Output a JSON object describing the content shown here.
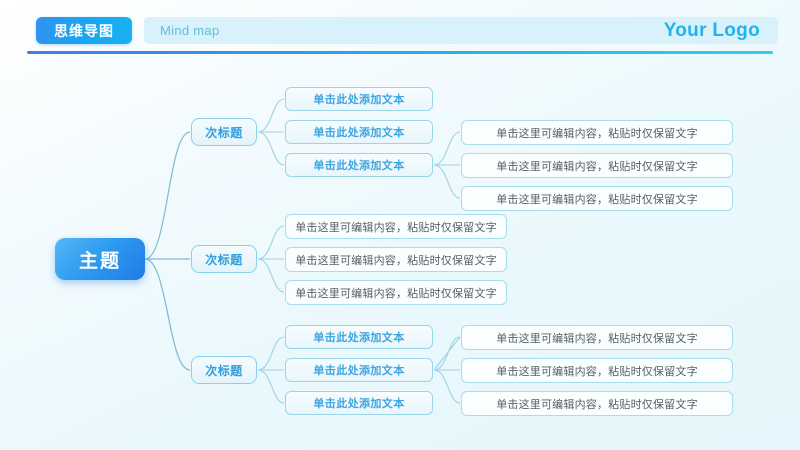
{
  "header": {
    "badge_label": "思维导图",
    "subtitle": "Mind map",
    "logo": "Your Logo",
    "accent_color": "#22b3ee",
    "badge_color": "#1aa6f0",
    "rule_from": "#3d7fe0",
    "rule_to": "#2fd0f5"
  },
  "mindmap": {
    "root": {
      "label": "主题"
    },
    "branches": [
      {
        "label": "次标题",
        "children": [
          {
            "label": "单击此处添加文本",
            "children": []
          },
          {
            "label": "单击此处添加文本",
            "children": []
          },
          {
            "label": "单击此处添加文本",
            "children": [
              {
                "label": "单击这里可编辑内容，粘贴时仅保留文字"
              },
              {
                "label": "单击这里可编辑内容，粘贴时仅保留文字"
              },
              {
                "label": "单击这里可编辑内容，粘贴时仅保留文字"
              }
            ]
          }
        ]
      },
      {
        "label": "次标题",
        "children": [
          {
            "label": "单击这里可编辑内容，粘贴时仅保留文字",
            "children": []
          },
          {
            "label": "单击这里可编辑内容，粘贴时仅保留文字",
            "children": []
          },
          {
            "label": "单击这里可编辑内容，粘贴时仅保留文字",
            "children": []
          }
        ]
      },
      {
        "label": "次标题",
        "children": [
          {
            "label": "单击此处添加文本",
            "children": []
          },
          {
            "label": "单击此处添加文本",
            "children": [
              {
                "label": "单击这里可编辑内容，粘贴时仅保留文字"
              },
              {
                "label": "单击这里可编辑内容，粘贴时仅保留文字"
              },
              {
                "label": "单击这里可编辑内容，粘贴时仅保留文字"
              }
            ]
          },
          {
            "label": "单击此处添加文本",
            "children": []
          }
        ]
      }
    ],
    "link_color": "#7fb9d4"
  }
}
